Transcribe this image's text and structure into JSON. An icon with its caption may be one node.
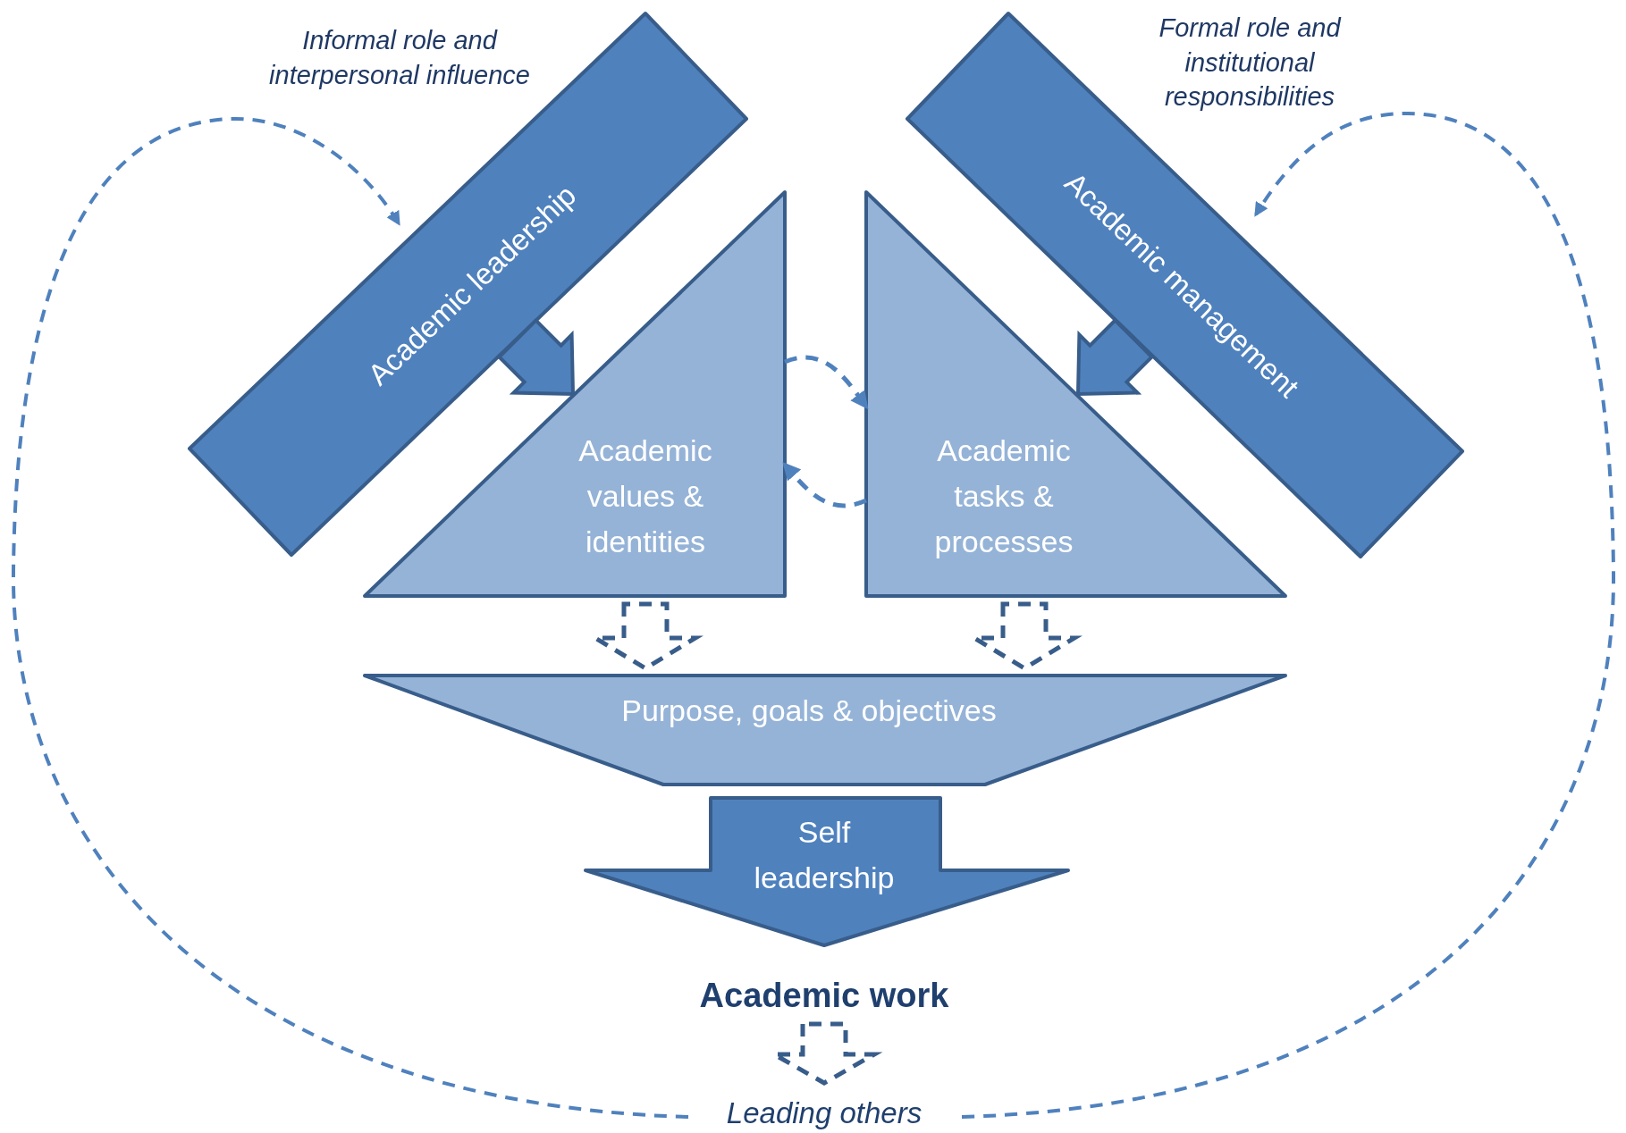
{
  "diagram": {
    "nodes": [
      {
        "text": [
          "Academic leadership"
        ],
        "beside": [
          "Informal role and interpersonal influence"
        ]
      },
      {
        "text": [
          "Academic management"
        ],
        "beside": [
          "Formal role and institutional responsibilities"
        ]
      },
      {
        "text": [
          "Academic values & identities"
        ]
      },
      {
        "text": [
          "Academic tasks & processes"
        ]
      },
      {
        "text": [
          "Purpose, goals & objectives"
        ]
      },
      {
        "text": [
          "Self leadership"
        ]
      },
      {
        "text": [
          "Academic work"
        ]
      },
      {
        "text": [
          "Leading others"
        ]
      }
    ],
    "edges": [
      {
        "from": 0,
        "to": 2,
        "arrow": "to",
        "style": "thick"
      },
      {
        "from": 1,
        "to": 3,
        "arrow": "to",
        "style": "thick"
      },
      {
        "from": 2,
        "to": 3,
        "arrow": "to",
        "style": "dashed"
      },
      {
        "from": 3,
        "to": 2,
        "arrow": "to",
        "style": "dashed"
      },
      {
        "from": 2,
        "to": 4,
        "arrow": "to",
        "style": "dashed"
      },
      {
        "from": 3,
        "to": 4,
        "arrow": "to",
        "style": "dashed"
      },
      {
        "from": 6,
        "to": 7,
        "arrow": "to",
        "style": "dashed"
      },
      {
        "from": 7,
        "to": 0,
        "arrow": "to",
        "style": "dashed"
      },
      {
        "from": 7,
        "to": 1,
        "arrow": "to",
        "style": "dashed"
      }
    ]
  }
}
